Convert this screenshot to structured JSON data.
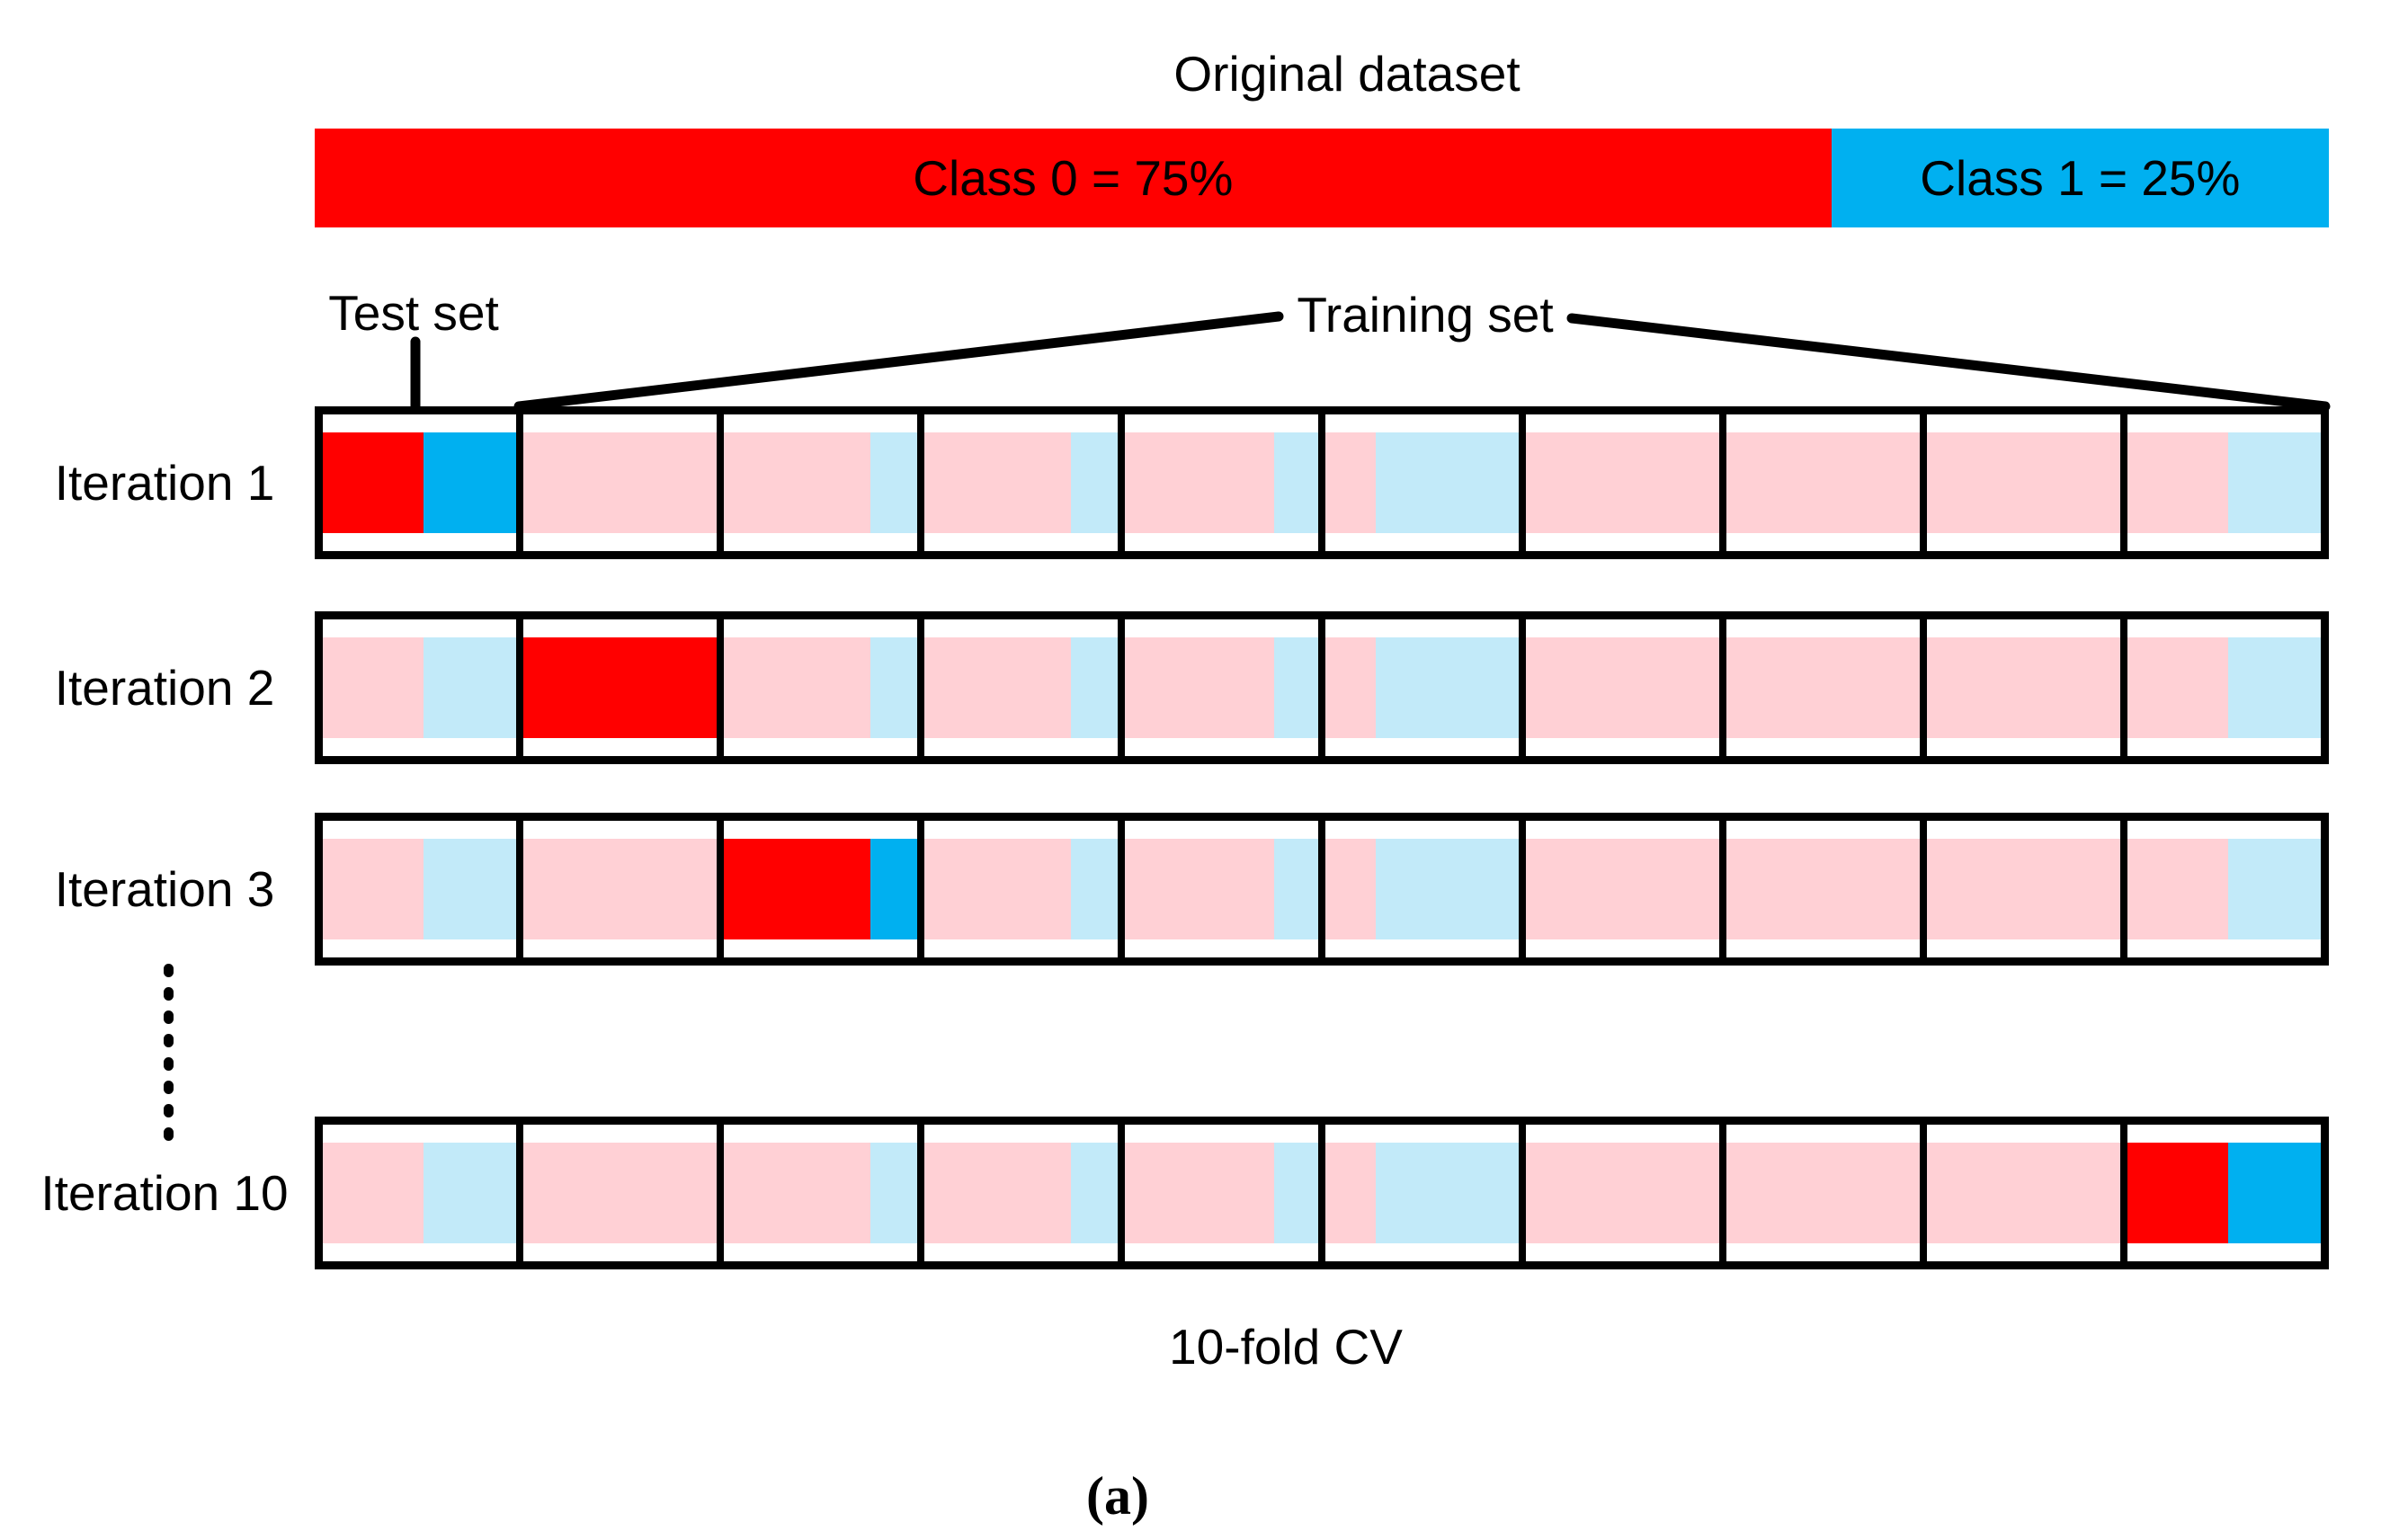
{
  "title": "Original dataset",
  "annotations": {
    "test_set": "Test set",
    "training_set": "Training set"
  },
  "original_bar": {
    "segments": [
      {
        "label": "Class 0 = 75%",
        "cls": "0",
        "frac": 0.753
      },
      {
        "label": "Class 1 = 25%",
        "cls": "1",
        "frac": 0.247
      }
    ]
  },
  "colors": {
    "test": {
      "0": "#ff0000",
      "1": "#00b0f0"
    },
    "train": {
      "0": "#ffd0d5",
      "1": "#c2eaf9"
    },
    "outline": "#000000"
  },
  "folds": [
    [
      {
        "cls": "0",
        "frac": 0.52
      },
      {
        "cls": "1",
        "frac": 0.48
      }
    ],
    [
      {
        "cls": "0",
        "frac": 1.0
      }
    ],
    [
      {
        "cls": "0",
        "frac": 0.76
      },
      {
        "cls": "1",
        "frac": 0.24
      }
    ],
    [
      {
        "cls": "0",
        "frac": 0.76
      },
      {
        "cls": "1",
        "frac": 0.24
      }
    ],
    [
      {
        "cls": "0",
        "frac": 0.77
      },
      {
        "cls": "1",
        "frac": 0.23
      }
    ],
    [
      {
        "cls": "0",
        "frac": 0.26
      },
      {
        "cls": "1",
        "frac": 0.74
      }
    ],
    [
      {
        "cls": "0",
        "frac": 1.0
      }
    ],
    [
      {
        "cls": "0",
        "frac": 1.0
      }
    ],
    [
      {
        "cls": "0",
        "frac": 1.0
      }
    ],
    [
      {
        "cls": "0",
        "frac": 0.52
      },
      {
        "cls": "1",
        "frac": 0.48
      }
    ]
  ],
  "iterations": [
    {
      "label": "Iteration 1",
      "test_fold": 1
    },
    {
      "label": "Iteration 2",
      "test_fold": 2
    },
    {
      "label": "Iteration 3",
      "test_fold": 3
    },
    {
      "label": "Iteration 10",
      "test_fold": 10
    }
  ],
  "ellipsis_dots": 8,
  "caption": "10-fold CV",
  "subfigure_label": "(a)"
}
